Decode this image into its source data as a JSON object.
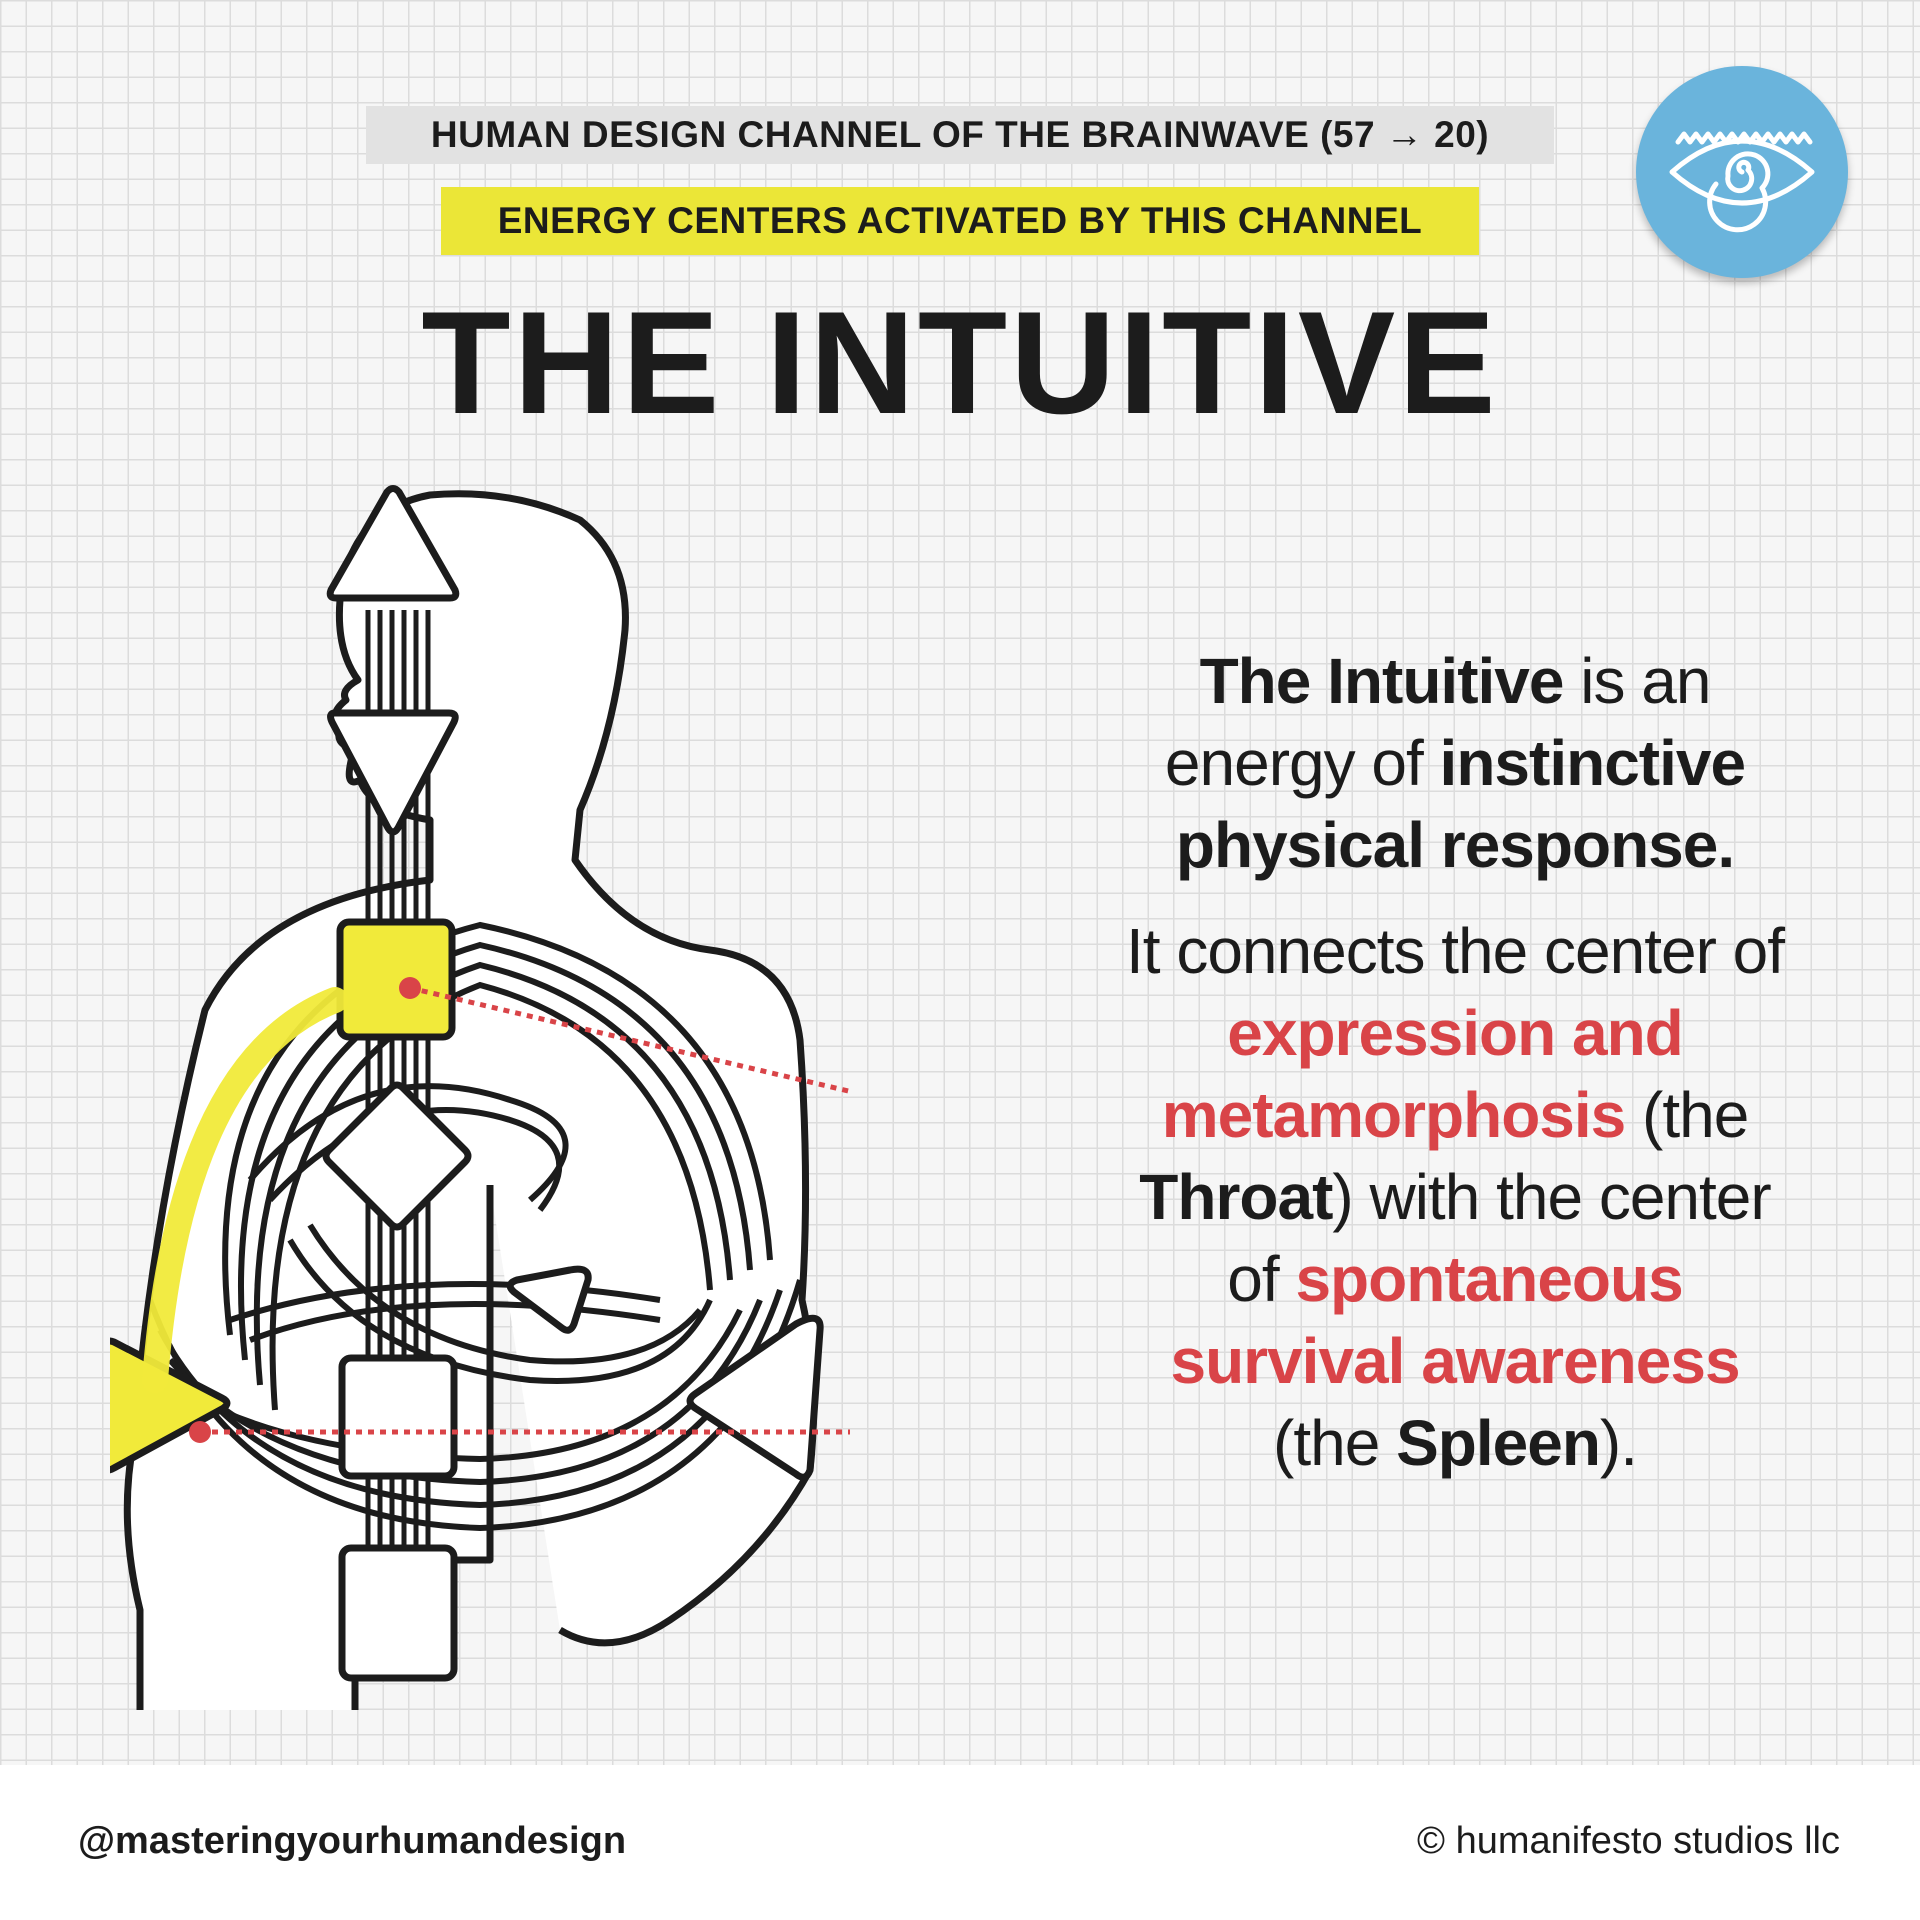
{
  "header": {
    "series_label": "HUMAN DESIGN CHANNEL OF THE BRAINWAVE (57 → 20)",
    "subtitle_label": "ENERGY CENTERS ACTIVATED BY THIS CHANNEL",
    "title": "THE INTUITIVE"
  },
  "badge": {
    "icon": "eye-spiral-icon"
  },
  "description": {
    "p1": {
      "bold1": "The Intuitive",
      "text1": " is an energy of ",
      "bold2": "instinctive physical response."
    },
    "p2": {
      "text1": "It connects the center of ",
      "red1": "expression and metamorphosis",
      "text2": " (the ",
      "bold1": "Throat",
      "text3": ") with the center of ",
      "red2": "spontaneous survival awareness",
      "text4": " (the ",
      "bold2": "Spleen",
      "text5": ")."
    }
  },
  "diagram": {
    "highlighted_centers": [
      "Throat",
      "Spleen"
    ],
    "highlight_color": "#f1ea3a",
    "marker_color": "#d94448"
  },
  "footer": {
    "handle": "@masteringyourhumandesign",
    "copyright": "© humanifesto studios llc"
  }
}
